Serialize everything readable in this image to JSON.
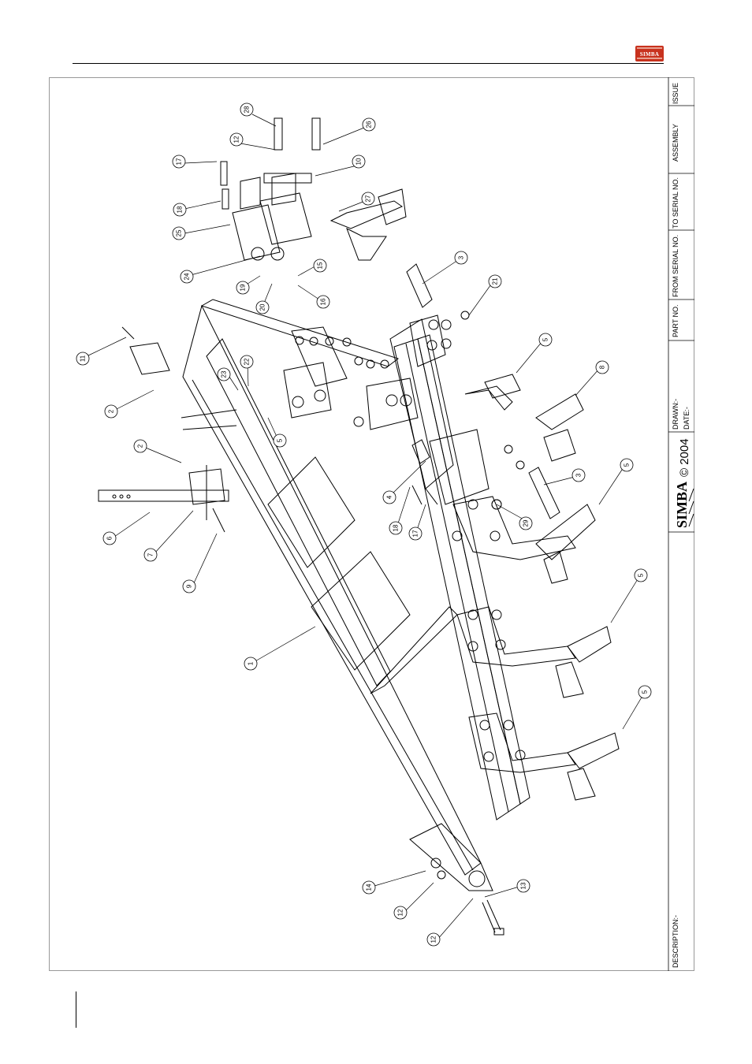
{
  "header": {
    "logo_text": "SIMBA"
  },
  "title_block": {
    "issue_label": "ISSUE",
    "assembly_label": "ASSEMBLY",
    "to_serial_label": "TO SERIAL NO.",
    "from_serial_label": "FROM SERIAL NO.",
    "part_no_label": "PART NO.",
    "drawn_label": "DRAWN:-",
    "date_label": "DATE:-",
    "brand": "SIMBA",
    "copyright": "© 2004",
    "description_label": "DESCRIPTION:-"
  },
  "callouts": [
    "28",
    "26",
    "12",
    "17",
    "10",
    "18",
    "27",
    "25",
    "24",
    "19",
    "15",
    "20",
    "16",
    "3",
    "21",
    "11",
    "5",
    "23",
    "22",
    "2",
    "8",
    "5",
    "2",
    "4",
    "3",
    "5",
    "6",
    "7",
    "18",
    "17",
    "29",
    "9",
    "5",
    "1",
    "5",
    "14",
    "13",
    "12",
    "12"
  ]
}
